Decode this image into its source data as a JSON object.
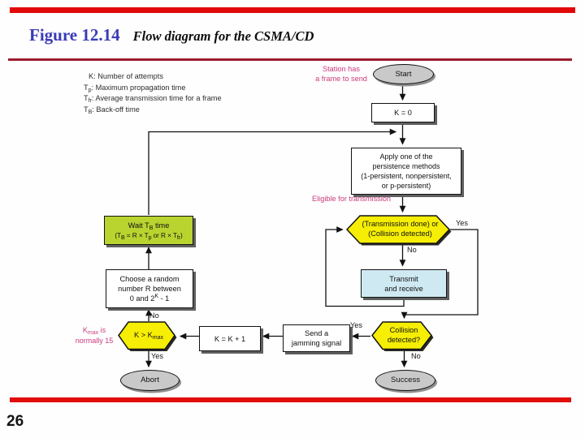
{
  "page": {
    "figure_label": "Figure 12.14",
    "figure_title": "Flow diagram for the CSMA/CD",
    "page_number": "26"
  },
  "colors": {
    "accent_red": "#e10808",
    "divider_red": "#9c1b2d",
    "title_blue": "#3a3ab8",
    "note_magenta": "#cc3a7d",
    "decision_yellow": "#f6ee04",
    "wait_green": "#b9d42f",
    "transmit_blue": "#cfe9f2",
    "terminal_gray": "#c9c9c9"
  },
  "legend": {
    "line1": "K: Number of attempts",
    "line2": [
      {
        "t": "text",
        "v": "T"
      },
      {
        "t": "sub",
        "v": "p"
      },
      {
        "t": "text",
        "v": ": Maximum propagation time"
      }
    ],
    "line3": [
      {
        "t": "text",
        "v": "T"
      },
      {
        "t": "sub",
        "v": "fr"
      },
      {
        "t": "text",
        "v": ": Average transmission time for a frame"
      }
    ],
    "line4": [
      {
        "t": "text",
        "v": "T"
      },
      {
        "t": "sub",
        "v": "B"
      },
      {
        "t": "text",
        "v": ": Back-off time"
      }
    ]
  },
  "notes": {
    "station_line1": "Station has",
    "station_line2": "a frame to send",
    "eligible": "Eligible for transmission",
    "kmax_line1": [
      {
        "t": "text",
        "v": "K"
      },
      {
        "t": "sub",
        "v": "max"
      },
      {
        "t": "text",
        "v": " is"
      }
    ],
    "kmax_line2": "normally 15"
  },
  "nodes": {
    "start": "Start",
    "k_init": "K = 0",
    "apply_line1": "Apply one of the",
    "apply_line2": "persistence methods",
    "apply_line3": "(1-persistent, nonpersistent,",
    "apply_line4": "or p-persistent)",
    "transdone_line1": "(Transmission done) or",
    "transdone_line2": "(Collision detected)",
    "transmit_line1": "Transmit",
    "transmit_line2": "and receive",
    "collision_line1": "Collision",
    "collision_line2": "detected?",
    "jamming_line1": "Send a",
    "jamming_line2": "jamming signal",
    "k_increment": "K = K + 1",
    "kmax_check": [
      {
        "t": "text",
        "v": "K > K"
      },
      {
        "t": "sub",
        "v": "max"
      }
    ],
    "choose_line1": "Choose a random",
    "choose_line2": "number R between",
    "choose_line3": [
      {
        "t": "text",
        "v": "0 and 2"
      },
      {
        "t": "sup",
        "v": "K"
      },
      {
        "t": "text",
        "v": " - 1"
      }
    ],
    "wait_line1": [
      {
        "t": "text",
        "v": "Wait T"
      },
      {
        "t": "sub",
        "v": "B"
      },
      {
        "t": "text",
        "v": " time"
      }
    ],
    "wait_line2": [
      {
        "t": "text",
        "v": "(T"
      },
      {
        "t": "sub",
        "v": "B"
      },
      {
        "t": "text",
        "v": " = R × T"
      },
      {
        "t": "sub",
        "v": "p"
      },
      {
        "t": "text",
        "v": " or R × T"
      },
      {
        "t": "sub",
        "v": "fr"
      },
      {
        "t": "text",
        "v": ")"
      }
    ],
    "abort": "Abort",
    "success": "Success"
  },
  "labels": {
    "transdone_yes": "Yes",
    "transdone_no": "No",
    "collision_yes": "Yes",
    "collision_no": "No",
    "kmax_no": "No",
    "kmax_yes": "Yes"
  }
}
